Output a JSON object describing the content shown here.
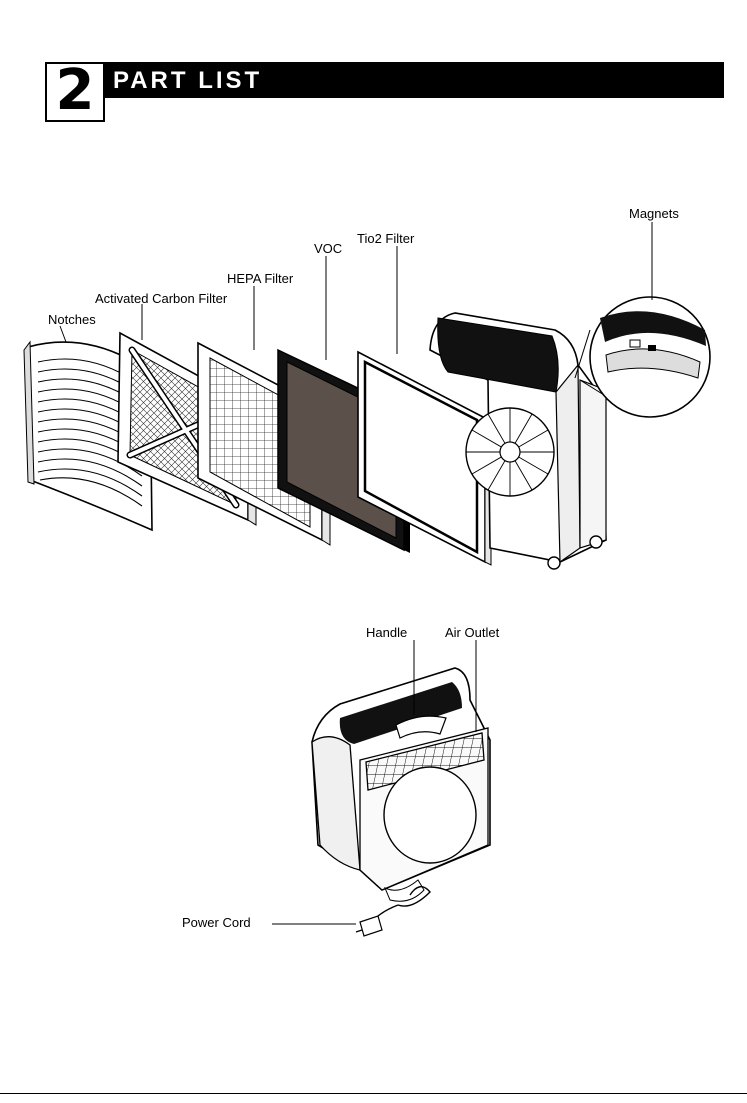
{
  "header": {
    "number": "2",
    "title": "PART LIST"
  },
  "labels": {
    "magnets": "Magnets",
    "tio2_filter": "Tio2 Filter",
    "voc": "VOC",
    "hepa_filter": "HEPA Filter",
    "activated_carbon_filter": "Activated Carbon Filter",
    "notches": "Notches",
    "handle": "Handle",
    "air_outlet": "Air Outlet",
    "power_cord": "Power Cord"
  }
}
